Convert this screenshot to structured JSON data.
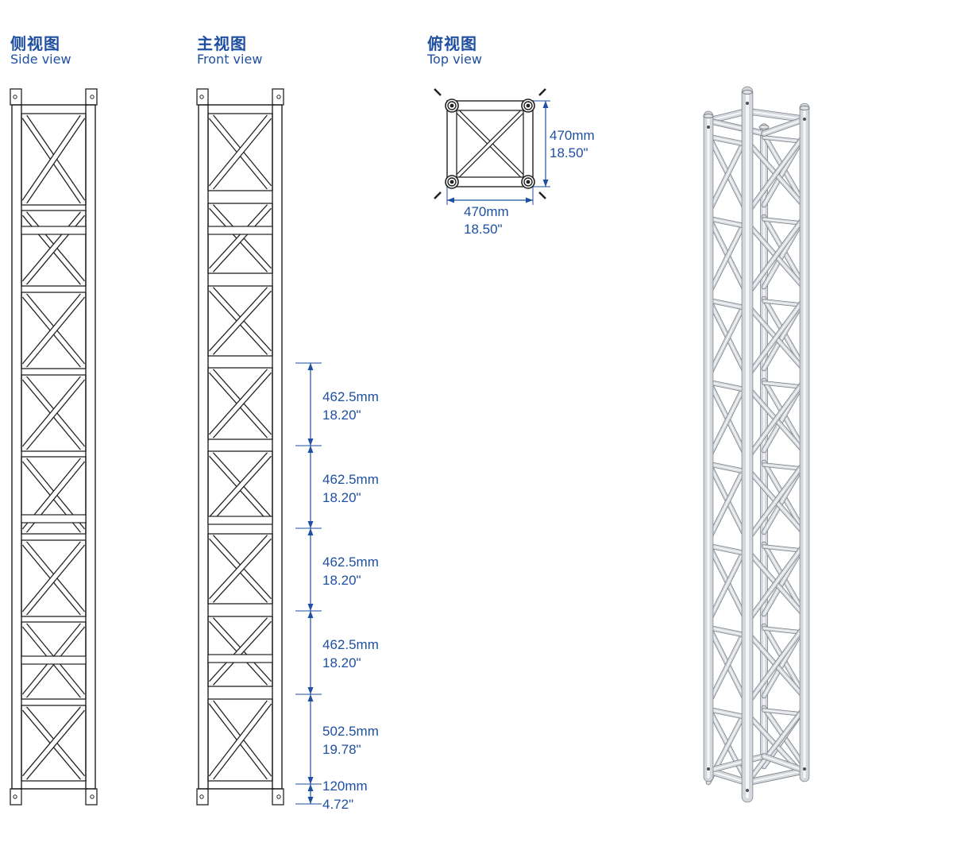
{
  "views": {
    "side": {
      "title_zh": "侧视图",
      "title_en": "Side view"
    },
    "front": {
      "title_zh": "主视图",
      "title_en": "Front view"
    },
    "top": {
      "title_zh": "俯视图",
      "title_en": "Top view"
    }
  },
  "top_dimensions": {
    "width": {
      "mm": "470mm",
      "inch": "18.50\""
    },
    "depth": {
      "mm": "470mm",
      "inch": "18.50\""
    }
  },
  "front_dimensions": [
    {
      "mm": "462.5mm",
      "inch": "18.20\""
    },
    {
      "mm": "462.5mm",
      "inch": "18.20\""
    },
    {
      "mm": "462.5mm",
      "inch": "18.20\""
    },
    {
      "mm": "462.5mm",
      "inch": "18.20\""
    },
    {
      "mm": "502.5mm",
      "inch": "19.78\""
    },
    {
      "mm": "120mm",
      "inch": "4.72\""
    }
  ],
  "colors": {
    "dimension": "#1f4fa0",
    "line": "#222222",
    "metal": "#c4c8cc"
  }
}
